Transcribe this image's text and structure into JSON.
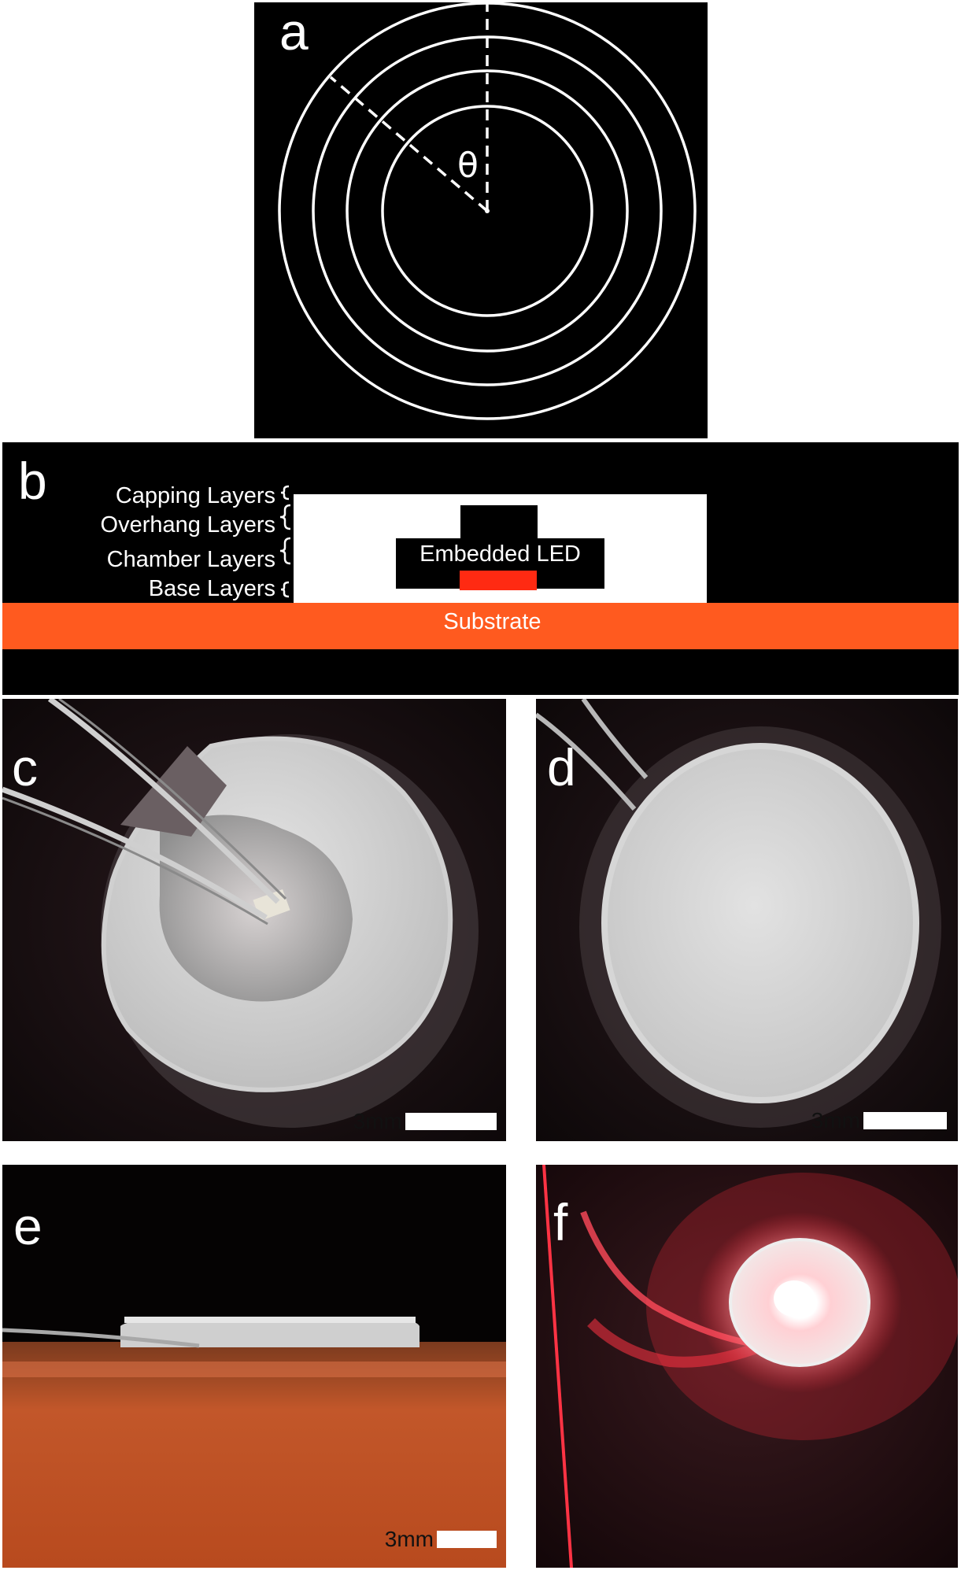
{
  "panels": {
    "a": {
      "label": "a",
      "angle_symbol": "θ"
    },
    "b": {
      "label": "b",
      "layers": [
        "Capping Layers",
        "Overhang Layers",
        "Chamber Layers",
        "Base Layers"
      ],
      "led_label": "Embedded LED",
      "substrate_label": "Substrate",
      "colors": {
        "substrate": "#ff5a1f",
        "led": "#ff2a12",
        "background": "#000000",
        "print": "#ffffff"
      }
    },
    "c": {
      "label": "c",
      "scale": "3mm"
    },
    "d": {
      "label": "d",
      "scale": "3mm"
    },
    "e": {
      "label": "e",
      "scale": "3mm"
    },
    "f": {
      "label": "f"
    }
  }
}
